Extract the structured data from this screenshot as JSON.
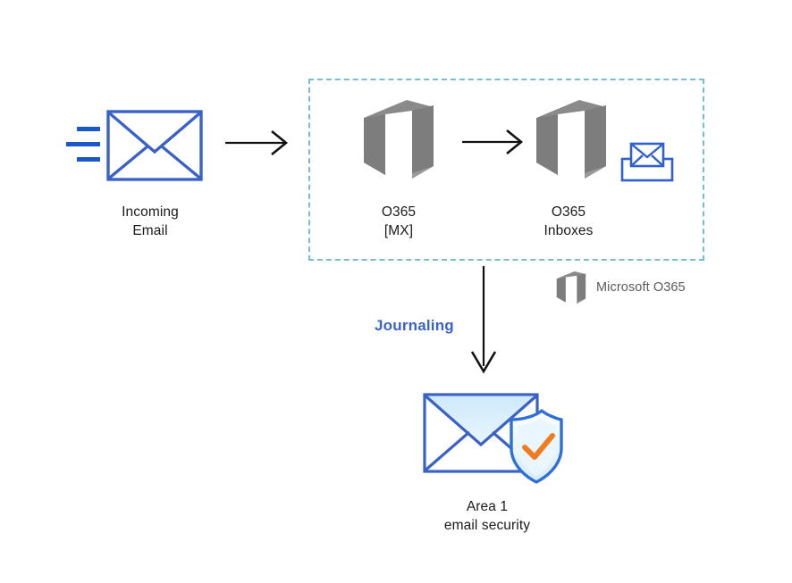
{
  "diagram": {
    "title": "O365 journaling to Area 1 email security flow",
    "colors": {
      "envelope_blue": "#3a62c6",
      "dashed_teal": "#79bdd0",
      "o365_gray": "#7d7d7d",
      "arrow_black": "#111111",
      "journaling_blue": "#3a62c6",
      "shield_blue": "#2f6fd8",
      "shield_fill": "#d8edfb",
      "check_orange": "#f07c20",
      "label_text": "#1a1a1a",
      "legend_text": "#5a5a5a"
    },
    "nodes": [
      {
        "id": "incoming-email",
        "label": "Incoming\nEmail",
        "icon": "envelope-with-motion-lines-icon"
      },
      {
        "id": "o365-mx",
        "label": "O365\n[MX]",
        "icon": "office-365-cube-icon"
      },
      {
        "id": "o365-inboxes",
        "label": "O365\nInboxes",
        "icon": "office-365-cube-icon",
        "badge_icon": "inbox-tray-envelope-icon"
      },
      {
        "id": "area1-email-security",
        "label": "Area 1\nemail security",
        "icon": "envelope-shield-check-icon"
      }
    ],
    "edges": [
      {
        "id": "edge-incoming-to-mx",
        "from": "incoming-email",
        "to": "o365-mx",
        "direction": "right",
        "label": ""
      },
      {
        "id": "edge-mx-to-inboxes",
        "from": "o365-mx",
        "to": "o365-inboxes",
        "direction": "right",
        "label": ""
      },
      {
        "id": "edge-inboxes-to-area1",
        "from": "o365-inboxes",
        "to": "area1-email-security",
        "direction": "down",
        "label": "Journaling"
      }
    ],
    "group": {
      "id": "microsoft-o365-group",
      "style": "dashed",
      "legend_label": "Microsoft O365",
      "legend_icon": "office-365-cube-icon"
    }
  }
}
